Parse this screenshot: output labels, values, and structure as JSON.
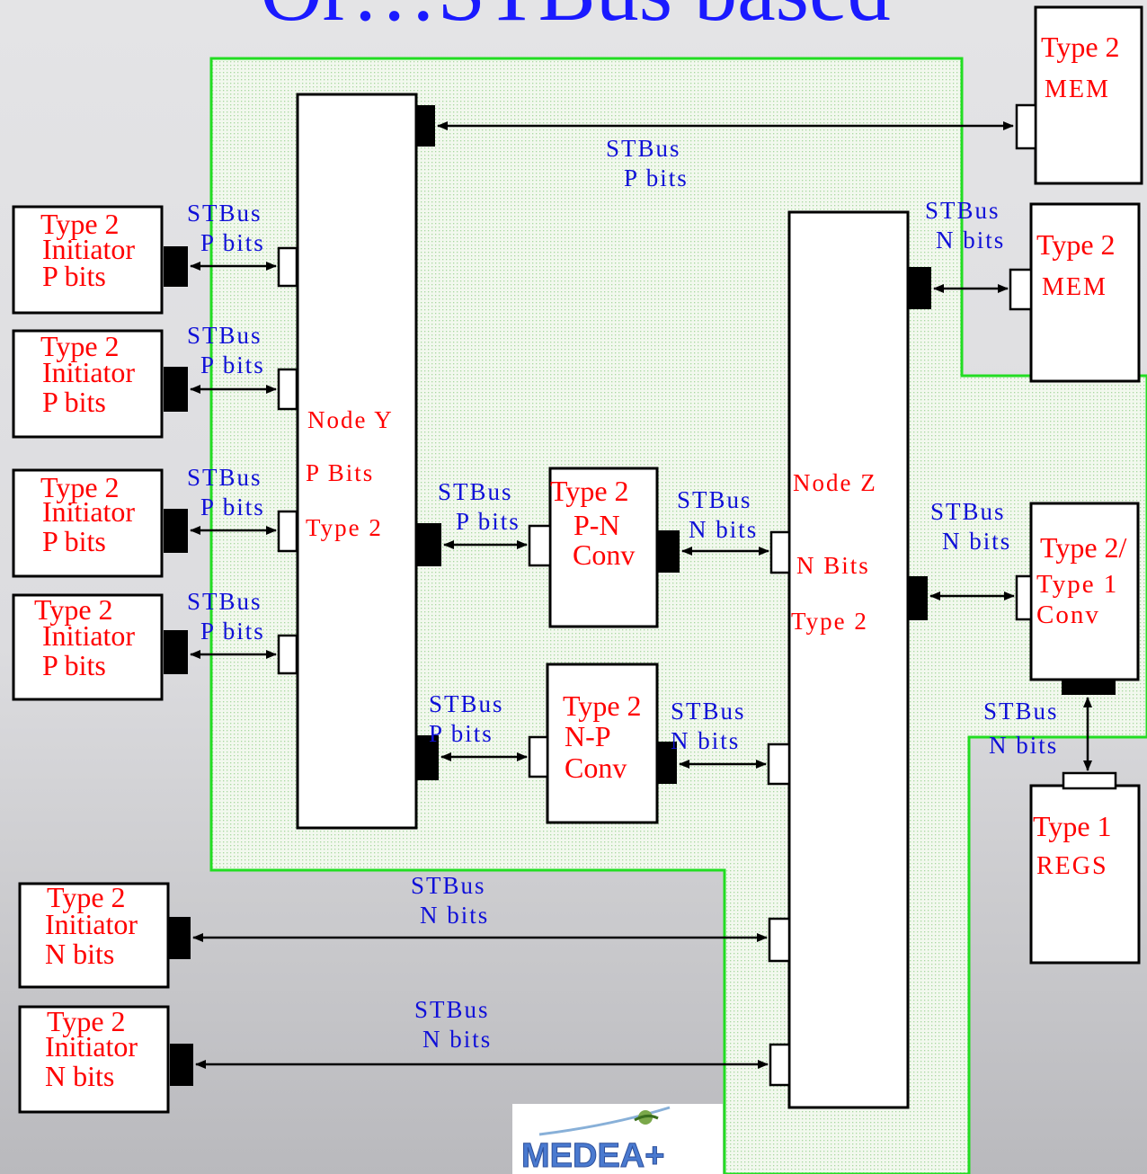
{
  "title": "Or…STBus based",
  "colors": {
    "zone_border": "#22dd22",
    "title": "#1a1aff",
    "label_red": "#ff0000",
    "label_blue": "#1010d8"
  },
  "nodes": {
    "node_y": {
      "line1": "Node Y",
      "line2": "P Bits",
      "line3": "Type 2"
    },
    "node_z": {
      "line1": "Node Z",
      "line2": "N Bits",
      "line3": "Type 2"
    }
  },
  "initiators": [
    {
      "l1": "Type 2",
      "l2": "Initiator",
      "l3": "P bits"
    },
    {
      "l1": "Type 2",
      "l2": "Initiator",
      "l3": "P bits"
    },
    {
      "l1": "Type 2",
      "l2": "Initiator",
      "l3": "P bits"
    },
    {
      "l1": "Type 2",
      "l2": "Initiator",
      "l3": "P bits"
    },
    {
      "l1": "Type 2",
      "l2": "Initiator",
      "l3": "N bits"
    },
    {
      "l1": "Type 2",
      "l2": "Initiator",
      "l3": "N bits"
    }
  ],
  "mem1": {
    "l1": "Type 2",
    "l2": "MEM"
  },
  "mem2": {
    "l1": "Type 2",
    "l2": "MEM"
  },
  "pn_conv": {
    "l1": "Type 2",
    "l2": "P-N",
    "l3": "Conv"
  },
  "np_conv": {
    "l1": "Type 2",
    "l2": "N-P",
    "l3": "Conv"
  },
  "t2t1_conv": {
    "l1": "Type 2/",
    "l2": "Type 1",
    "l3": "Conv"
  },
  "regs": {
    "l1": "Type 1",
    "l2": "REGS"
  },
  "bus_labels": {
    "bus_word": "STBus",
    "p_bits": "P bits",
    "n_bits": "N bits"
  },
  "logo": {
    "text": "MEDEA+"
  }
}
